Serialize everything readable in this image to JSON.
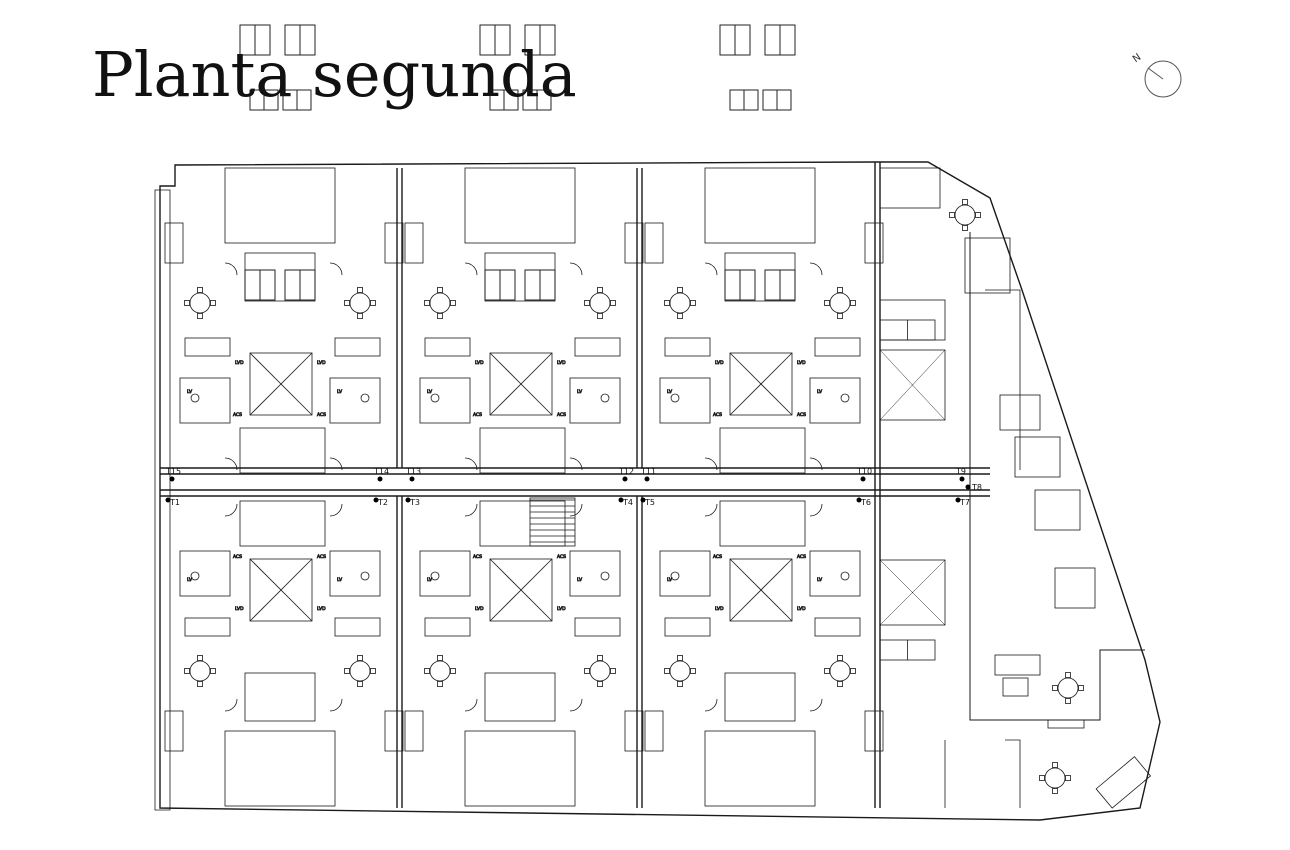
{
  "page": {
    "title": "Planta segunda"
  },
  "compass": {
    "label": "N",
    "icon": "north-arrow-icon"
  },
  "plan": {
    "unit_labels_top": [
      "T15",
      "T14",
      "T13",
      "T12",
      "T11",
      "T10",
      "T9"
    ],
    "unit_labels_bottom": [
      "T1",
      "T2",
      "T3",
      "T4",
      "T5",
      "T6",
      "T7"
    ],
    "unit_label_east": "T8",
    "fixture_labels": {
      "lv": "LV",
      "lvd": "LVD",
      "acs": "ACS"
    }
  },
  "colors": {
    "line": "#1a1a1a",
    "fill": "#ffffff",
    "hatch": "#555555"
  }
}
